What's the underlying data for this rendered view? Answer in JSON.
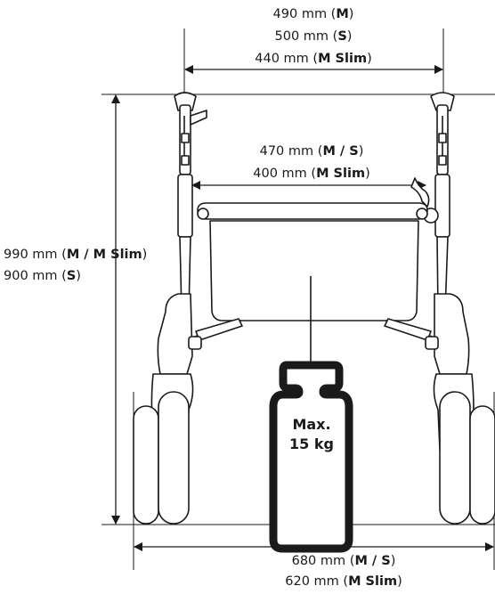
{
  "dimensions": {
    "top_width": [
      {
        "value": "490 mm",
        "model": "M"
      },
      {
        "value": "500 mm",
        "model": "S"
      },
      {
        "value": "440 mm",
        "model": "M Slim"
      }
    ],
    "inner_width": [
      {
        "value": "470 mm",
        "model": "M / S"
      },
      {
        "value": "400 mm",
        "model": "M Slim"
      }
    ],
    "height": [
      {
        "value": "990 mm",
        "model": "M / M Slim"
      },
      {
        "value": "900 mm",
        "model": "S"
      }
    ],
    "base_width": [
      {
        "value": "680 mm",
        "model": "M / S"
      },
      {
        "value": "620 mm",
        "model": "M Slim"
      }
    ]
  },
  "max_load": {
    "line1": "Max.",
    "line2": "15 kg"
  }
}
